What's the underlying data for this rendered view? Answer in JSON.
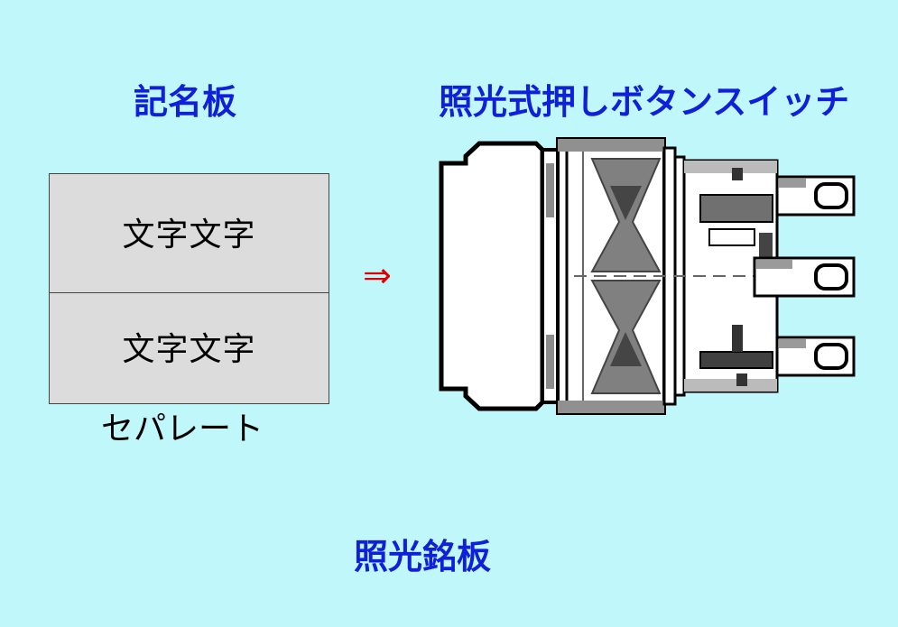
{
  "nameplate": {
    "title": "記名板",
    "line1": "文字文字",
    "line2": "文字文字",
    "separator_label": "セパレート"
  },
  "arrow": {
    "symbol": "⇒",
    "color": "#e00000"
  },
  "switch": {
    "title": "照光式押しボタンスイッチ"
  },
  "footer": {
    "title": "照光銘板"
  },
  "colors": {
    "background": "#bff7fb",
    "heading": "#1020d8",
    "plate": "#dcdcdc"
  }
}
